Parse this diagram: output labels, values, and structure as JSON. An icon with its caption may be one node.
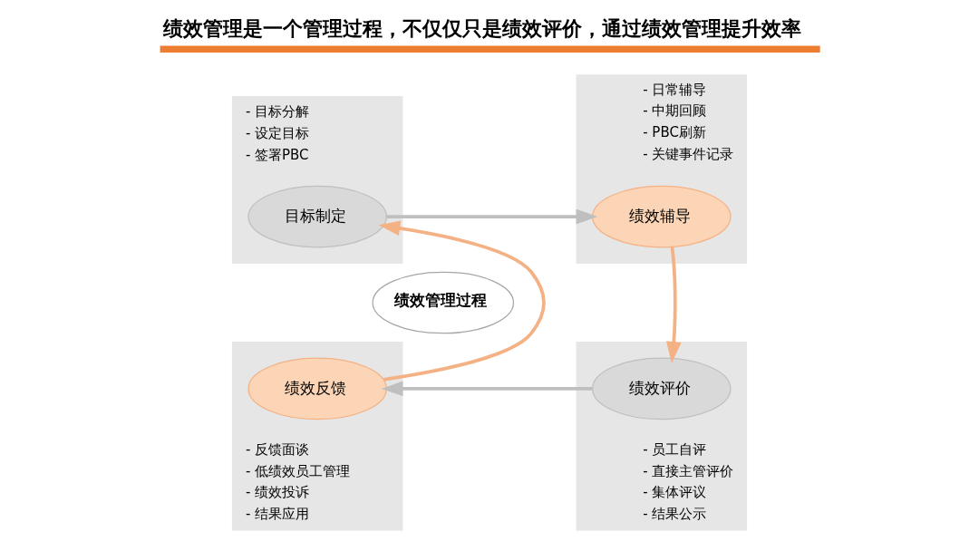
{
  "diagram": {
    "title": "绩效管理是一个管理过程，不仅仅只是绩效评价，通过绩效管理提升效率",
    "nodes": [
      {
        "text": [
          "- 目标分解",
          "- 设定目标",
          "- 签署PBC"
        ]
      },
      {
        "text": [
          "目标制定"
        ],
        "in": 0
      },
      {
        "text": [
          "- 日常辅导",
          "- 中期回顾",
          "- PBC刷新",
          "- 关键事件记录"
        ]
      },
      {
        "text": [
          "绩效辅导"
        ],
        "in": 2
      },
      {
        "text": [
          "绩效管理过程"
        ]
      },
      {
        "text": [
          "- 反馈面谈",
          "- 低绩效员工管理",
          "- 绩效投诉",
          "- 结果应用"
        ]
      },
      {
        "text": [
          "绩效反馈"
        ],
        "in": 5
      },
      {
        "text": [
          "- 员工自评",
          "- 直接主管评价",
          "- 集体评议",
          "- 结果公示"
        ]
      },
      {
        "text": [
          "绩效评价"
        ],
        "in": 7
      }
    ],
    "edges": [
      {
        "from": 1,
        "to": 3,
        "arrow": "to",
        "color": "#bfbfbf"
      },
      {
        "from": 3,
        "to": 8,
        "arrow": "to",
        "color": "#f4b183"
      },
      {
        "from": 8,
        "to": 6,
        "arrow": "to",
        "color": "#bfbfbf"
      },
      {
        "from": 6,
        "to": 1,
        "arrow": "to",
        "color": "#f4b183"
      }
    ]
  }
}
